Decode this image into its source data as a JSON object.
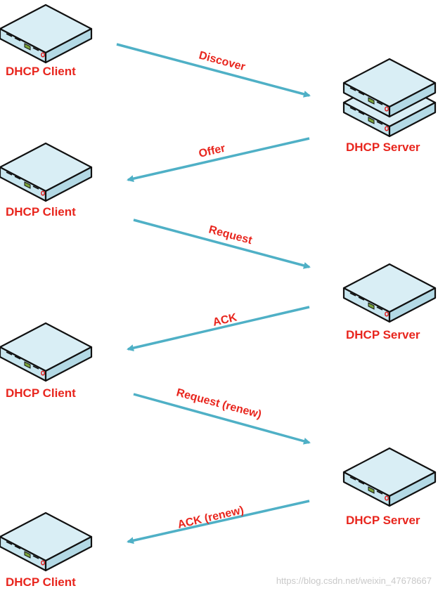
{
  "colors": {
    "arrow": "#4fb0c6",
    "label": "#e8261e",
    "device_top": "#d9eef5",
    "device_side": "#bfe0ea",
    "device_outline": "#111111",
    "led_green": "#79a33a",
    "led_red": "#e02020"
  },
  "icons": {
    "client": "network-appliance-icon",
    "server": "network-appliance-icon"
  },
  "clients": [
    {
      "label": "DHCP Client"
    },
    {
      "label": "DHCP Client"
    },
    {
      "label": "DHCP Client"
    },
    {
      "label": "DHCP Client"
    }
  ],
  "servers": [
    {
      "label": "DHCP Server",
      "stacked": true
    },
    {
      "label": "DHCP Server",
      "stacked": false
    },
    {
      "label": "DHCP Server",
      "stacked": false
    }
  ],
  "messages": [
    {
      "label": "Discover",
      "direction": "client-to-server"
    },
    {
      "label": "Offer",
      "direction": "server-to-client"
    },
    {
      "label": "Request",
      "direction": "client-to-server"
    },
    {
      "label": "ACK",
      "direction": "server-to-client"
    },
    {
      "label": "Request (renew)",
      "direction": "client-to-server"
    },
    {
      "label": "ACK (renew)",
      "direction": "server-to-client"
    }
  ],
  "watermark": "https://blog.csdn.net/weixin_47678667"
}
